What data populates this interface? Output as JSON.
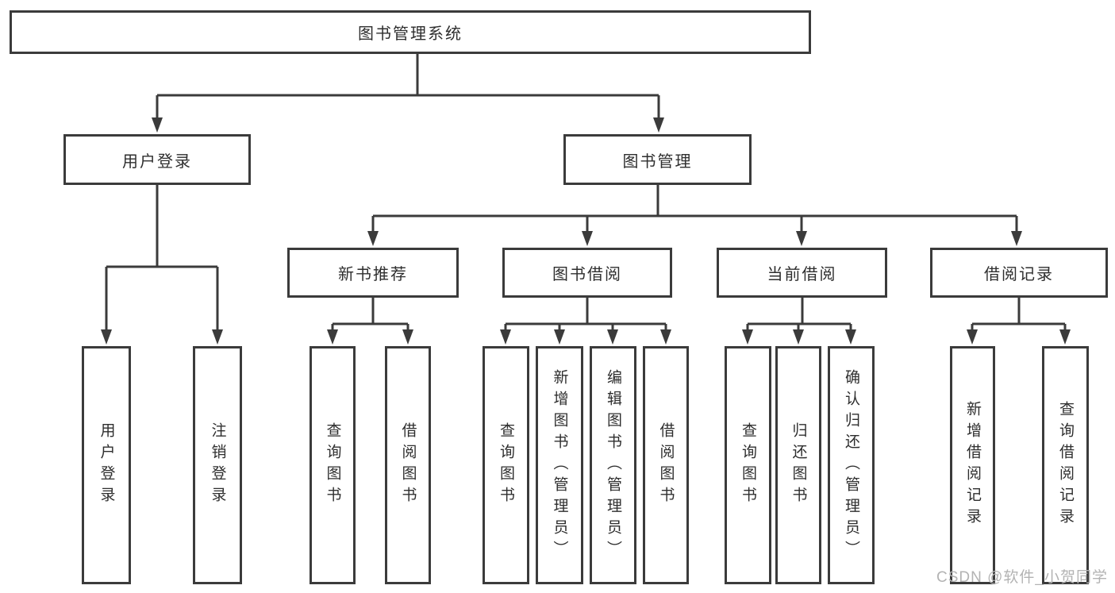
{
  "colors": {
    "line": "#3b3b3b",
    "text": "#2e2e2e",
    "bg": "#ffffff",
    "watermark": "#b3b3b3"
  },
  "watermark": {
    "text": "CSDN @软件_小贺同学"
  },
  "tree": {
    "label": "图书管理系统",
    "children": [
      {
        "label": "用户登录",
        "children": [
          {
            "label": "用户登录"
          },
          {
            "label": "注销登录"
          }
        ]
      },
      {
        "label": "图书管理",
        "children": [
          {
            "label": "新书推荐",
            "children": [
              {
                "label": "查询图书"
              },
              {
                "label": "借阅图书"
              }
            ]
          },
          {
            "label": "图书借阅",
            "children": [
              {
                "label": "查询图书"
              },
              {
                "label": "新增图书（管理员）"
              },
              {
                "label": "编辑图书（管理员）"
              },
              {
                "label": "借阅图书"
              }
            ]
          },
          {
            "label": "当前借阅",
            "children": [
              {
                "label": "查询图书"
              },
              {
                "label": "归还图书"
              },
              {
                "label": "确认归还（管理员）"
              }
            ]
          },
          {
            "label": "借阅记录",
            "children": [
              {
                "label": "新增借阅记录"
              },
              {
                "label": "查询借阅记录"
              }
            ]
          }
        ]
      }
    ]
  }
}
